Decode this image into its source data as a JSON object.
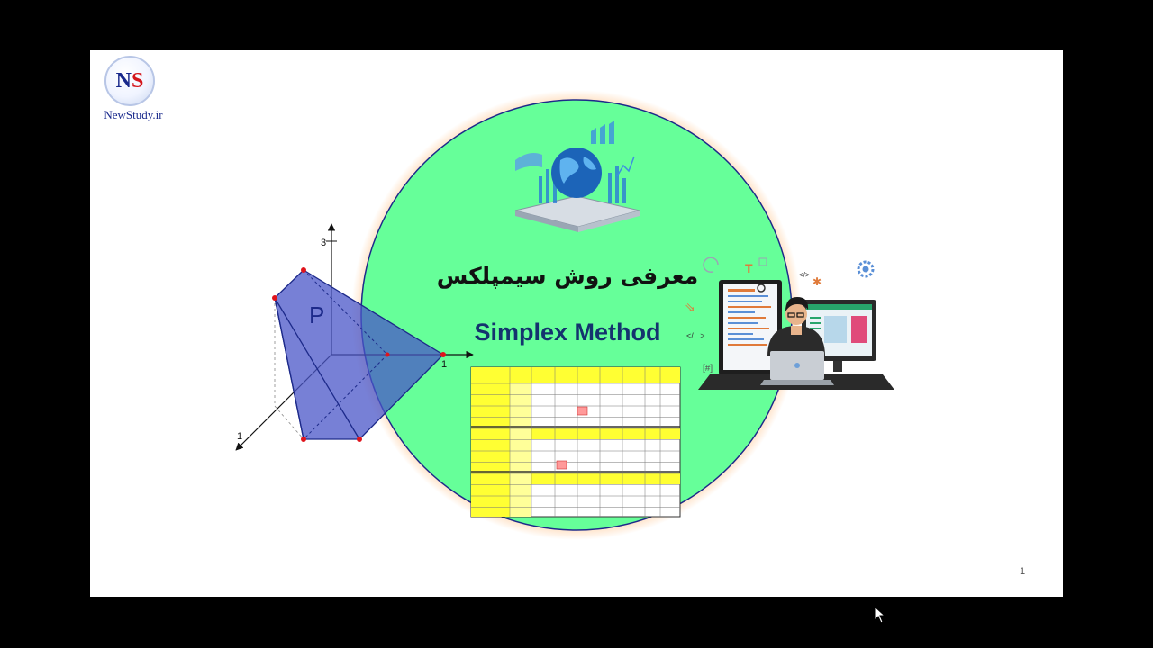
{
  "logo": {
    "initial_n": "N",
    "initial_s": "S",
    "site": "NewStudy.ir"
  },
  "slide": {
    "title_fa": "معرفی روش سیمپلکس",
    "title_en": "Simplex Method",
    "page_number": "1"
  },
  "polytope": {
    "label": "P",
    "axis_label_3": "3",
    "axis_label_1_right": "1",
    "axis_label_1_left": "1"
  },
  "colors": {
    "circle_fill": "#66ff99",
    "polytope_fill": "#4a55c8",
    "title_blue": "#14336e"
  },
  "icons": [
    "globe-chart-icon",
    "developer-desk-icon",
    "gear-icon",
    "code-tag-icon",
    "cursor-arrow-icon"
  ]
}
